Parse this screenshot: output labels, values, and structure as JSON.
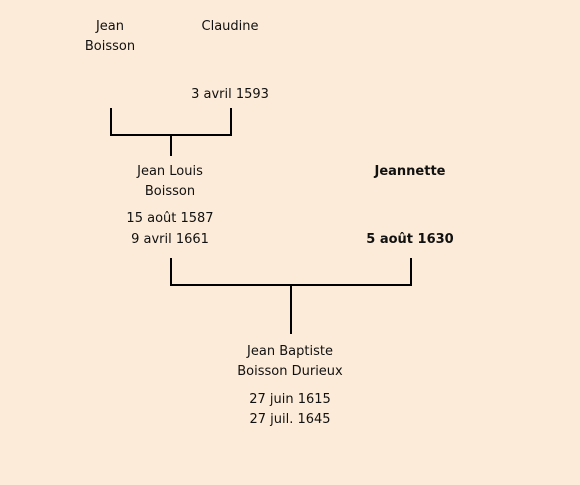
{
  "tree": {
    "gen1": {
      "father": {
        "first": "Jean",
        "last": "Boisson"
      },
      "mother": {
        "first": "Claudine"
      },
      "marriage_date": "3 avril 1593"
    },
    "gen2": {
      "father": {
        "first": "Jean Louis",
        "last": "Boisson",
        "birth": "15 août 1587",
        "death": "9 avril 1661"
      },
      "mother": {
        "name": "Jeannette",
        "date": "5 août 1630"
      }
    },
    "gen3": {
      "child": {
        "first": "Jean Baptiste",
        "last": "Boisson Durieux",
        "birth": "27 juin 1615",
        "death": "27 juil. 1645"
      }
    }
  }
}
